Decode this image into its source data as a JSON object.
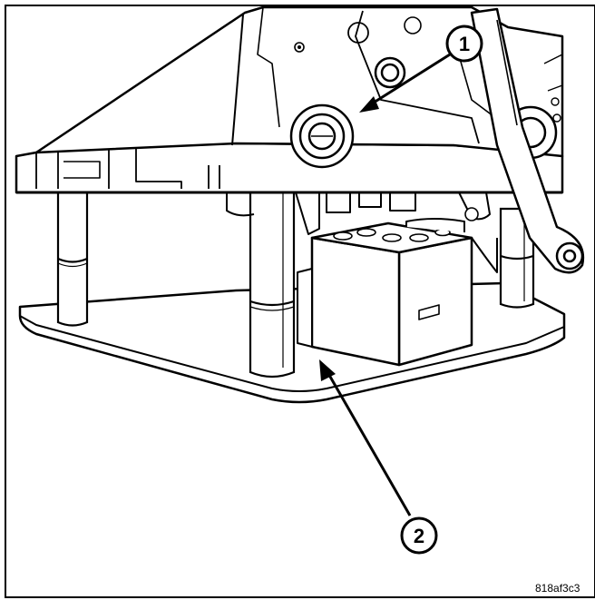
{
  "figure": {
    "image_code": "818af3c3",
    "callouts": [
      {
        "number": "1"
      },
      {
        "number": "2"
      }
    ]
  },
  "colors": {
    "line": "#000000",
    "fill": "#ffffff",
    "border": "#000000"
  }
}
